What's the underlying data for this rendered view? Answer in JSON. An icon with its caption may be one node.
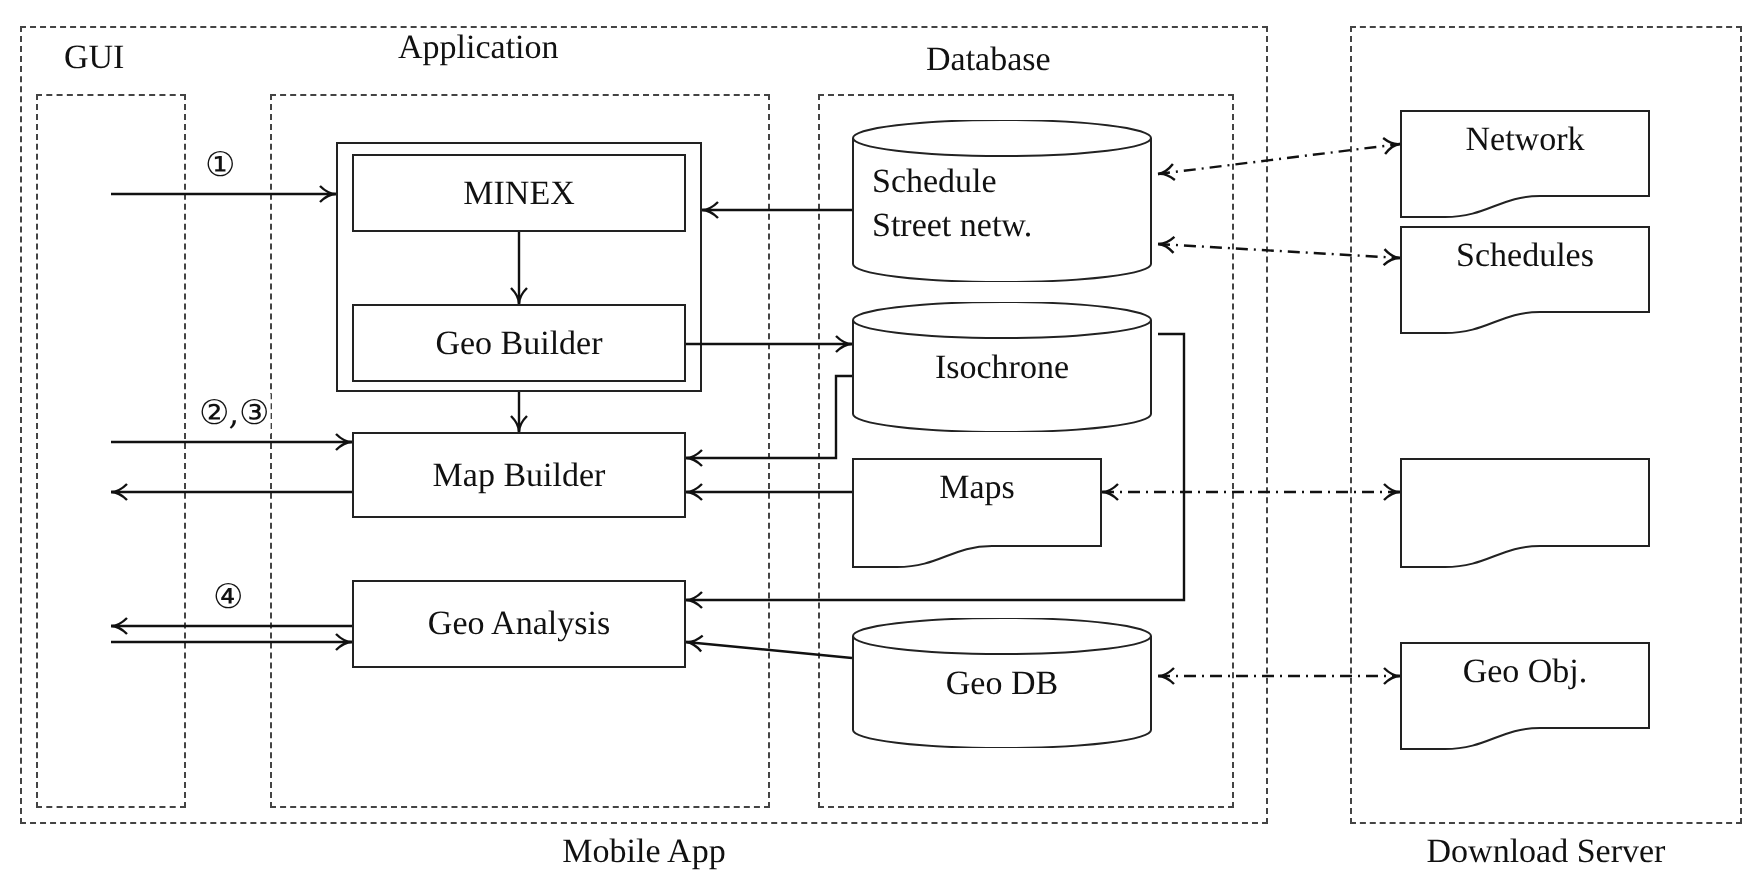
{
  "diagram": {
    "nodes": [
      {
        "text": [
          "Mobile App"
        ]
      },
      {
        "text": [
          "GUI"
        ],
        "in": 0
      },
      {
        "text": [
          "Application"
        ],
        "in": 0
      },
      {
        "text": [
          "Database"
        ],
        "in": 0
      },
      {
        "text": [],
        "shape": "box",
        "in": 2
      },
      {
        "text": [
          "MINEX"
        ],
        "in": 4
      },
      {
        "text": [
          "Geo Builder"
        ],
        "in": 4
      },
      {
        "text": [
          "Map Builder"
        ],
        "in": 2
      },
      {
        "text": [
          "Geo Analysis"
        ],
        "in": 2
      },
      {
        "text": [
          "Schedule",
          "Street netw."
        ],
        "in": 3
      },
      {
        "text": [
          "Isochrone"
        ],
        "in": 3
      },
      {
        "text": [
          "Maps"
        ],
        "in": 3
      },
      {
        "text": [
          "Geo DB"
        ],
        "in": 3
      },
      {
        "text": [
          "Download Server"
        ]
      },
      {
        "text": [
          "Network"
        ],
        "in": 13
      },
      {
        "text": [
          "Schedules"
        ],
        "in": 13
      },
      {
        "text": [],
        "shape": "document",
        "in": 13
      },
      {
        "text": [
          "Geo Obj."
        ],
        "in": 13
      }
    ],
    "edges": [
      {
        "from": 1,
        "to": 4,
        "arrow": "to",
        "label": "①"
      },
      {
        "from": 9,
        "to": 4,
        "arrow": "to"
      },
      {
        "from": 5,
        "to": 6,
        "arrow": "to"
      },
      {
        "from": 4,
        "to": 7,
        "arrow": "to"
      },
      {
        "from": 6,
        "to": 10,
        "arrow": "to"
      },
      {
        "from": 1,
        "to": 7,
        "arrow": "to",
        "label": "②,③"
      },
      {
        "from": 7,
        "to": 1,
        "arrow": "to"
      },
      {
        "from": 10,
        "to": 7,
        "arrow": "to"
      },
      {
        "from": 11,
        "to": 7,
        "arrow": "to"
      },
      {
        "from": 10,
        "to": 8,
        "arrow": "to"
      },
      {
        "from": 8,
        "to": 1,
        "arrow": "to",
        "label": "④"
      },
      {
        "from": 1,
        "to": 8,
        "arrow": "to"
      },
      {
        "from": 12,
        "to": 8,
        "arrow": "to"
      },
      {
        "from": 9,
        "to": 14,
        "arrow": "both",
        "style": "dashed"
      },
      {
        "from": 9,
        "to": 15,
        "arrow": "both",
        "style": "dashed"
      },
      {
        "from": 11,
        "to": 16,
        "arrow": "both",
        "style": "dashed"
      },
      {
        "from": 12,
        "to": 17,
        "arrow": "both",
        "style": "dashed"
      }
    ]
  }
}
